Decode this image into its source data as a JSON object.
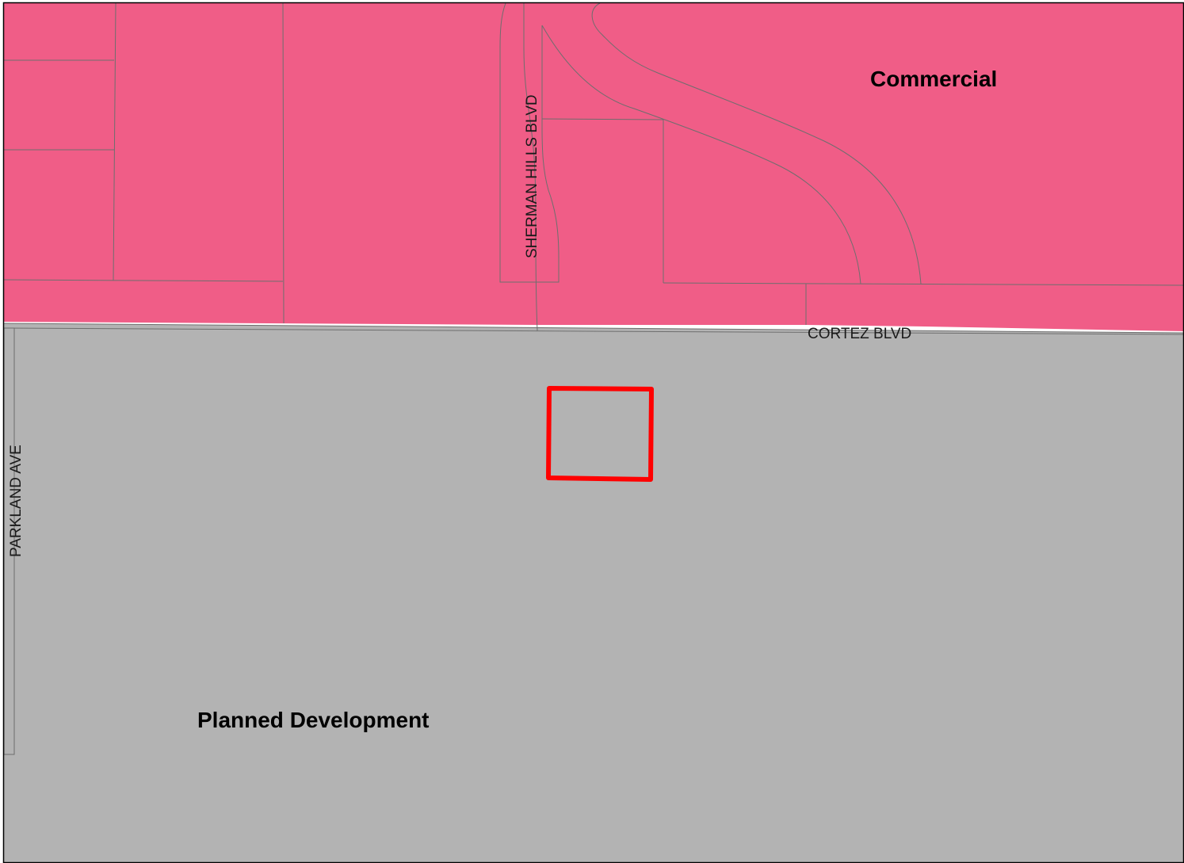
{
  "map": {
    "zones": {
      "commercial": {
        "label": "Commercial",
        "color": "#f05d87"
      },
      "planned_development": {
        "label": "Planned Development",
        "color": "#b3b3b3"
      }
    },
    "streets": {
      "sherman_hills_blvd": "SHERMAN HILLS BLVD",
      "cortez_blvd": "CORTEZ BLVD",
      "parkland_ave": "PARKLAND AVE"
    },
    "colors": {
      "parcel_line": "#6e6e6e",
      "subject_site_outline": "#ff0000",
      "frame": "#000000"
    }
  }
}
